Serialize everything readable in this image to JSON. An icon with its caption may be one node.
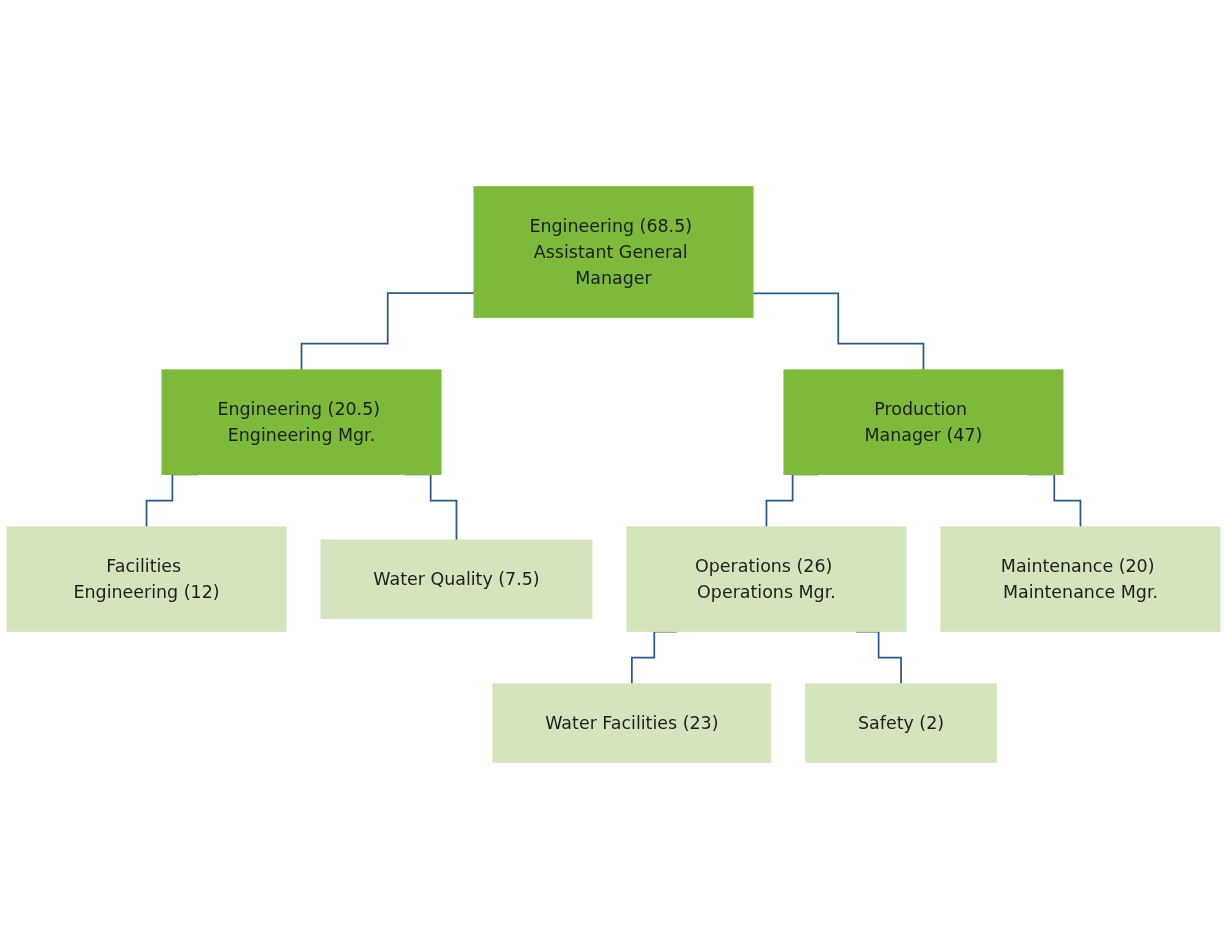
{
  "diagram": {
    "nodes": [
      {
        "text": [
          "Engineering (68.5) Assistant General Manager"
        ]
      },
      {
        "text": [
          "Engineering (20.5) Engineering Mgr."
        ]
      },
      {
        "text": [
          "Facilities Engineering (12)"
        ]
      },
      {
        "text": [
          "Water Quality (7.5)"
        ]
      },
      {
        "text": [
          "Production Manager (47)"
        ]
      },
      {
        "text": [
          "Operations (26) Operations Mgr."
        ]
      },
      {
        "text": [
          "Water Facilities (23)"
        ]
      },
      {
        "text": [
          "Safety (2)"
        ]
      },
      {
        "text": [
          "Maintenance (20) Maintenance Mgr."
        ]
      }
    ],
    "edges": [
      {
        "from": 0,
        "to": 1,
        "arrow": "none",
        "color": "#2b5888"
      },
      {
        "from": 0,
        "to": 4,
        "arrow": "none",
        "color": "#2b5888"
      },
      {
        "from": 1,
        "to": 2,
        "arrow": "none",
        "color": "#2b5888"
      },
      {
        "from": 1,
        "to": 3,
        "arrow": "none",
        "color": "#2b5888"
      },
      {
        "from": 4,
        "to": 5,
        "arrow": "none",
        "color": "#2b5888"
      },
      {
        "from": 4,
        "to": 8,
        "arrow": "none",
        "color": "#2b5888"
      },
      {
        "from": 5,
        "to": 6,
        "arrow": "none",
        "color": "#2b5888"
      },
      {
        "from": 5,
        "to": 7,
        "arrow": "none",
        "color": "#2b5888"
      }
    ]
  }
}
